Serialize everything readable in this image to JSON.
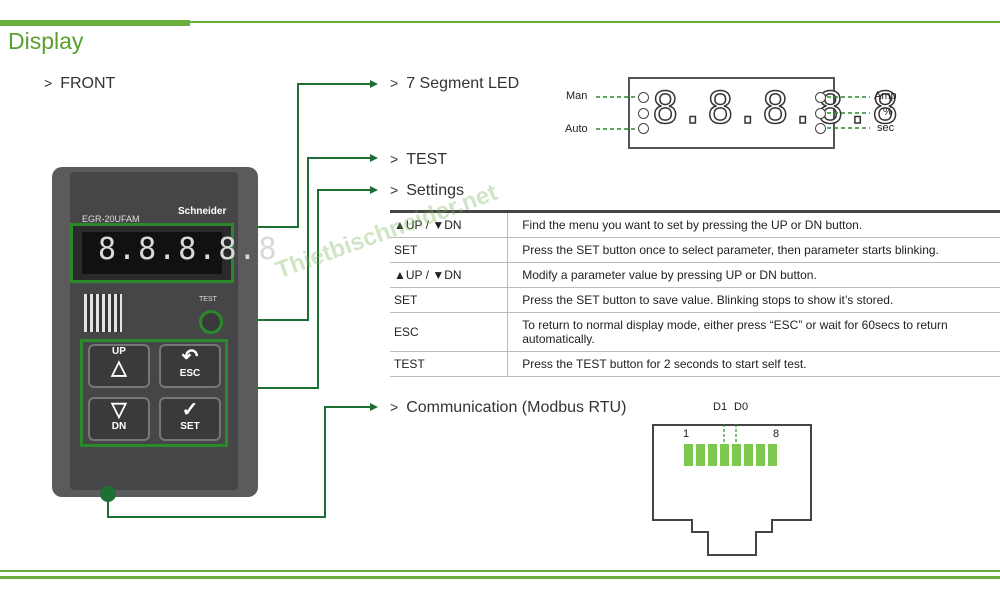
{
  "page": {
    "title": "Display"
  },
  "headers": {
    "front": "FRONT",
    "seg": "7 Segment LED",
    "test": "TEST",
    "settings": "Settings",
    "comm": "Communication (Modbus RTU)",
    "arrow": ">"
  },
  "device": {
    "brand": "Schneider",
    "model": "EGR-20UFAM",
    "led_text": "8.8.8.8.8",
    "test_label": "TEST",
    "keys": {
      "up": "UP",
      "esc": "ESC",
      "dn": "DN",
      "set": "SET"
    }
  },
  "segment": {
    "digits": "8.8.8.8.8",
    "left_labels": [
      "Man",
      "Auto"
    ],
    "right_labels": [
      "Amp",
      "%",
      "sec"
    ]
  },
  "settings_table": [
    {
      "key": "▲UP / ▼DN",
      "desc": "Find the menu you want to set by pressing the UP or DN button."
    },
    {
      "key": "SET",
      "desc": "Press the SET button once to select parameter, then parameter starts blinking."
    },
    {
      "key": "▲UP / ▼DN",
      "desc": "Modify a parameter value by pressing UP or DN button."
    },
    {
      "key": "SET",
      "desc": "Press the SET button to save value.  Blinking stops to show it’s stored."
    },
    {
      "key": "ESC",
      "desc": "To return to normal display mode, either press “ESC” or wait for 60secs to return automatically."
    },
    {
      "key": "TEST",
      "desc": "Press the TEST button for 2 seconds to start self test."
    }
  ],
  "rj45": {
    "pin_first": "1",
    "pin_last": "8",
    "d1": "D1",
    "d0": "D0"
  },
  "watermark": "Thietbischneider.net",
  "colors": {
    "accent": "#6aae3c",
    "wire": "#1e6f34",
    "pin": "#7ec850"
  }
}
